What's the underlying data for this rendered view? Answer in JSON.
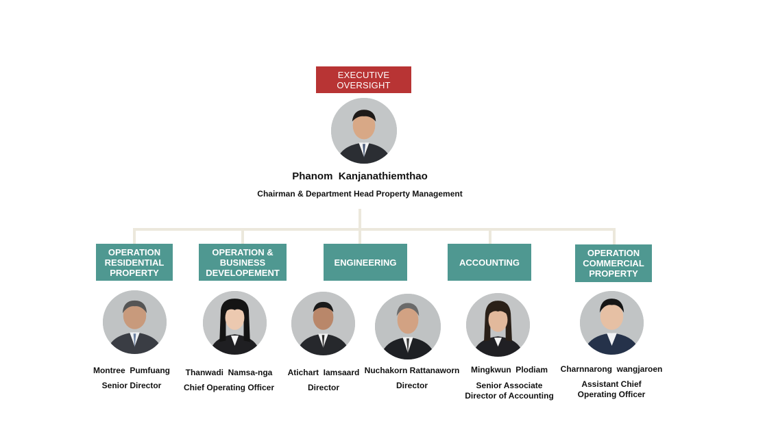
{
  "executive": {
    "badge": "EXECUTIVE\nOVERSIGHT",
    "name": "Phanom  Kanjanathiemthao",
    "title": "Chairman & Department Head Property Management"
  },
  "departments": [
    {
      "label": "OPERATION\nRESIDENTIAL\nPROPERTY"
    },
    {
      "label": "OPERATION &\nBUSINESS\nDEVELOPEMENT"
    },
    {
      "label": "ENGINEERING"
    },
    {
      "label": "ACCOUNTING"
    },
    {
      "label": "OPERATION\nCOMMERCIAL\nPROPERTY"
    }
  ],
  "people": [
    {
      "name": "Montree  Pumfuang",
      "title": "Senior Director"
    },
    {
      "name": "Thanwadi  Namsa-nga",
      "title": "Chief Operating Officer"
    },
    {
      "name": "Atichart  Iamsaard",
      "title": "Director"
    },
    {
      "name": "Nuchakorn Rattanaworn",
      "title": "Director"
    },
    {
      "name": "Mingkwun  Plodiam",
      "title": "Senior Associate\nDirector of Accounting"
    },
    {
      "name": "Charnnarong  wangjaroen",
      "title": "Assistant Chief\nOperating Officer"
    }
  ],
  "colors": {
    "executive_badge": "#b83434",
    "department_box": "#4f9891",
    "connector": "#ece8dc"
  }
}
